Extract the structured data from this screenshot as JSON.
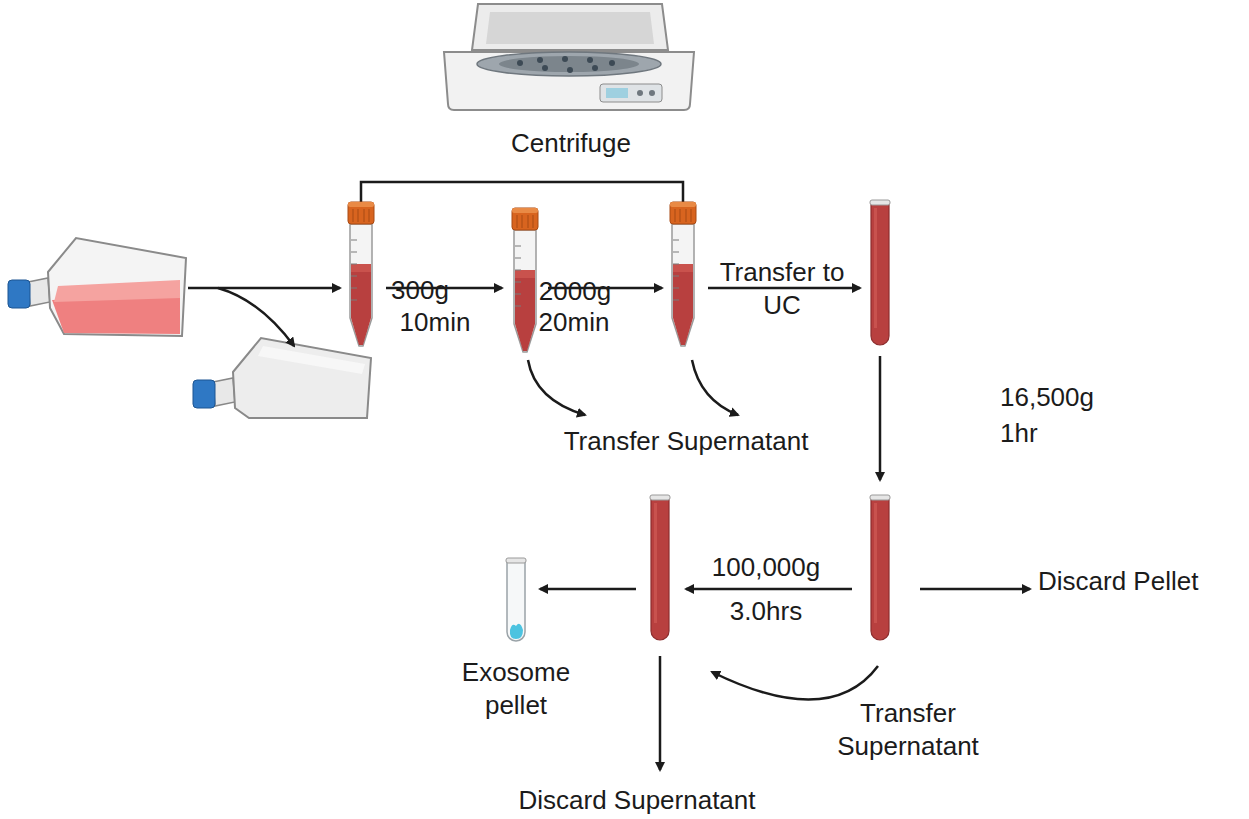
{
  "diagram": {
    "labels": [
      "Centrifuge",
      "300g",
      "10min",
      "2000g",
      "20min",
      "Transfer to UC",
      "Transfer Supernatant",
      "16,500g",
      "1hr",
      "100,000g",
      "3.0hrs",
      "Discard Pellet",
      "Exosome pellet",
      "Transfer Supernatant",
      "Discard Supernatant"
    ]
  }
}
